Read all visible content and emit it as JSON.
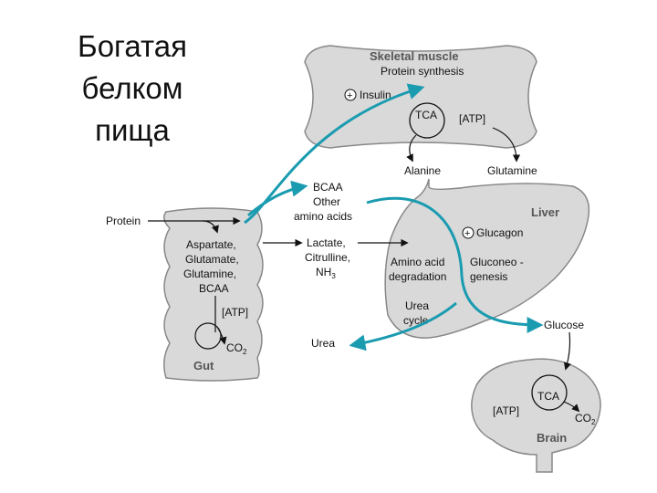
{
  "slide": {
    "title_lines": [
      "Богатая",
      "белком",
      "пища"
    ]
  },
  "colors": {
    "organ_fill": "#d9d9d9",
    "organ_stroke": "#888888",
    "accent_arrow": "#1a9bb0",
    "ink": "#111111"
  },
  "diagram": {
    "skeletal_muscle": {
      "title": "Skeletal muscle",
      "subtitle": "Protein synthesis",
      "insulin": "Insulin",
      "tca": "TCA",
      "atp": "[ATP]"
    },
    "muscle_outputs": {
      "alanine": "Alanine",
      "glutamine": "Glutamine"
    },
    "bcaa": {
      "line1": "BCAA",
      "line2": "Other",
      "line3": "amino acids"
    },
    "protein": "Protein",
    "gut": {
      "title": "Gut",
      "aa_line1": "Aspartate,",
      "aa_line2": "Glutamate,",
      "aa_line3": "Glutamine,",
      "aa_line4": "BCAA",
      "atp": "[ATP]",
      "co2": "CO",
      "co2_sub": "2"
    },
    "middle": {
      "line1": "Lactate,",
      "line2": "Citrulline,",
      "line3": "NH",
      "line3_sub": "3"
    },
    "urea": "Urea",
    "liver": {
      "title": "Liver",
      "glucagon": "Glucagon",
      "aa_deg_1": "Amino acid",
      "aa_deg_2": "degradation",
      "gluconeo_1": "Gluconeo -",
      "gluconeo_2": "genesis",
      "urea_cycle_1": "Urea",
      "urea_cycle_2": "cycle"
    },
    "glucose": "Glucose",
    "brain": {
      "title": "Brain",
      "tca": "TCA",
      "atp": "[ATP]",
      "co2": "CO",
      "co2_sub": "2"
    },
    "plus_symbol": "+"
  }
}
